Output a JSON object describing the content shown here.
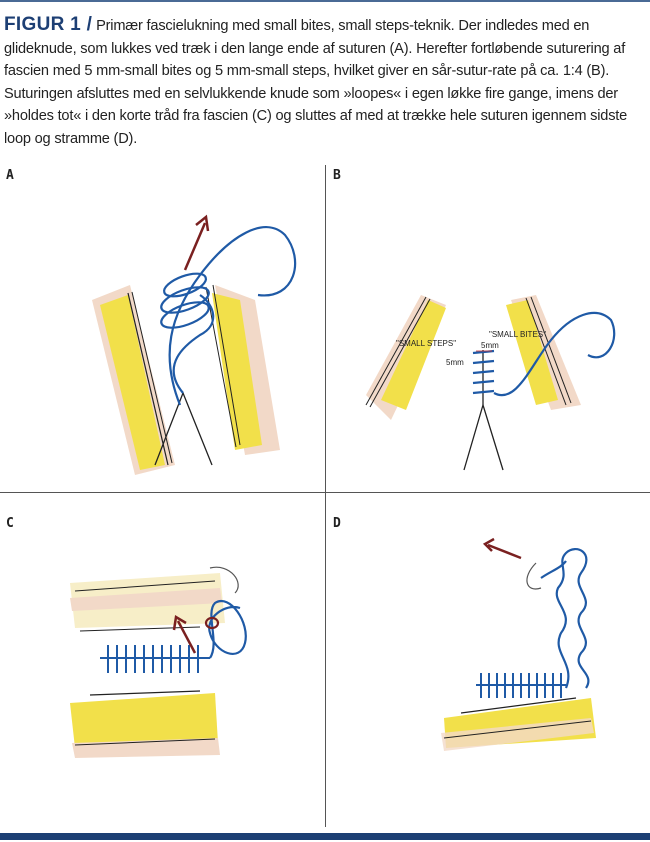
{
  "caption": {
    "figure_label": "FIGUR 1 /",
    "text": "Primær fascielukning med small bites, small steps-teknik. Der indledes med en glideknude, som lukkes ved træk i den lange ende af suturen (A). Herefter fortløbende suturering af fascien med 5 mm-small bites og 5 mm-small steps, hvilket giver en sår-sutur-rate på ca. 1:4 (B). Suturingen afsluttes med en selvlukkende knude som »loopes« i egen løkke fire gange, imens der »holdes tot« i den korte tråd fra fascien (C) og sluttes af med at trække hele suturen igennem sidste loop og stramme (D)."
  },
  "panels": {
    "a": {
      "label": "A"
    },
    "b": {
      "label": "B",
      "small_steps": "\"SMALL STEPS\"",
      "small_bites": "\"SMALL BITES\"",
      "step_mm": "5mm",
      "bite_mm": "5mm"
    },
    "c": {
      "label": "C"
    },
    "d": {
      "label": "D"
    }
  },
  "colors": {
    "suture": "#1f5aa6",
    "arrow": "#7a2020",
    "fat": "#f2e04a",
    "skin": "#f2d9c8",
    "brand": "#1d3f74"
  }
}
